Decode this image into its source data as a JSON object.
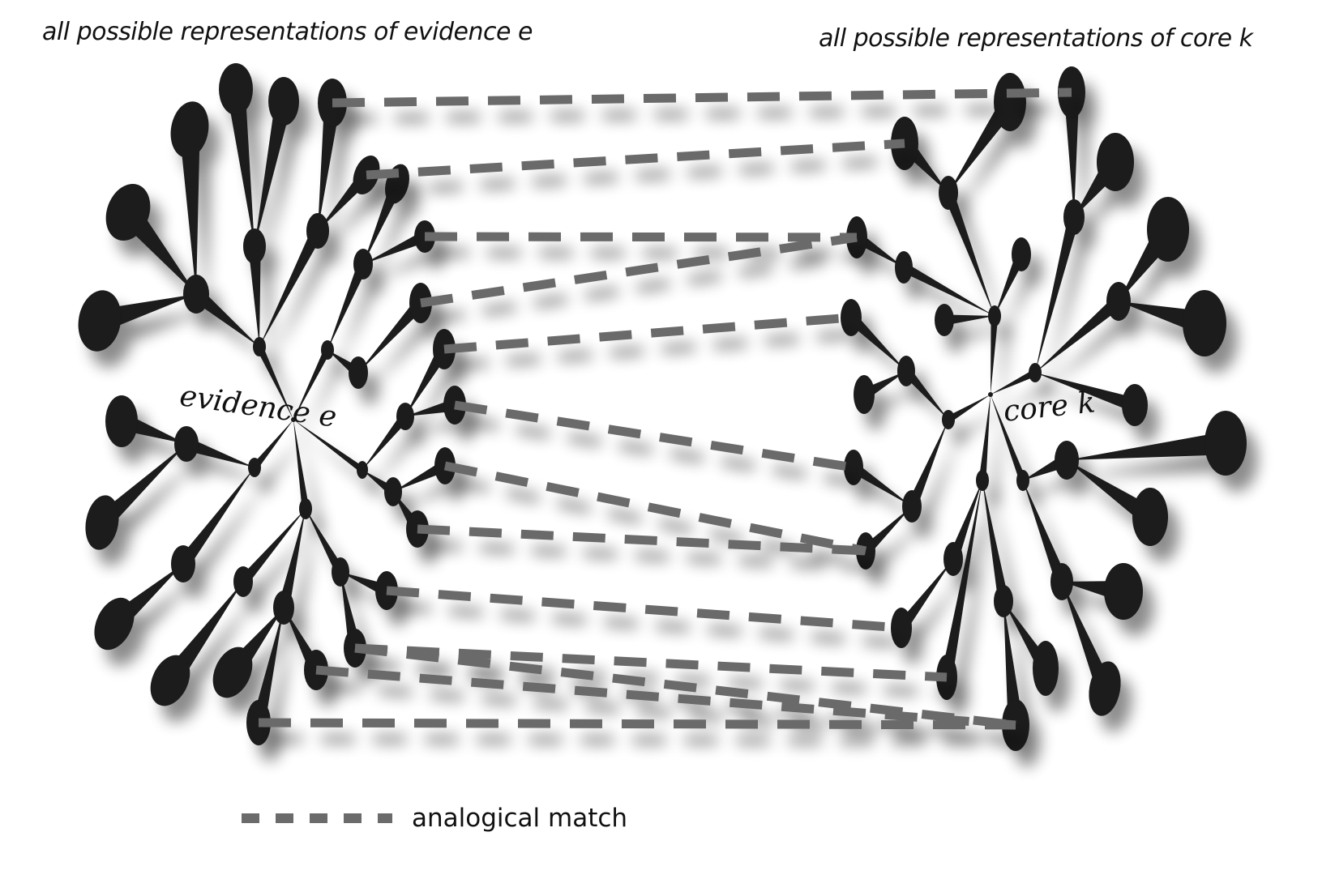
{
  "titles": {
    "left": "all possible representations of evidence e",
    "right": "all possible representations of core k"
  },
  "trees": {
    "left_root_label": "evidence e",
    "right_root_label": "core k"
  },
  "legend": {
    "label": "analogical match"
  },
  "colors": {
    "node_fill": "#1a1a1a",
    "match_line": "#6b6b6b",
    "shadow": "rgba(0,0,0,0.35)"
  }
}
